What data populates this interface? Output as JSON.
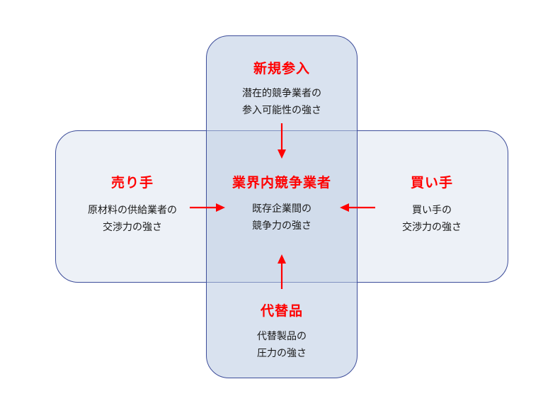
{
  "diagram": {
    "new_entrants": {
      "title": "新規参入",
      "desc_line1": "潜在的競争業者の",
      "desc_line2": "参入可能性の強さ"
    },
    "industry": {
      "title": "業界内競争業者",
      "desc_line1": "既存企業間の",
      "desc_line2": "競争力の強さ"
    },
    "suppliers": {
      "title": "売り手",
      "desc_line1": "原材料の供給業者の",
      "desc_line2": "交渉力の強さ"
    },
    "buyers": {
      "title": "買い手",
      "desc_line1": "買い手の",
      "desc_line2": "交渉力の強さ"
    },
    "substitutes": {
      "title": "代替品",
      "desc_line1": "代替製品の",
      "desc_line2": "圧力の強さ"
    }
  },
  "colors": {
    "title": "#ff0000",
    "arrow": "#ff0000",
    "border": "#3d4d9a",
    "horizontal_band": "#dee5f1",
    "vertical_band": "#baccE2"
  }
}
